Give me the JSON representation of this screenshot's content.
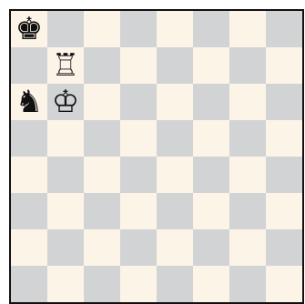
{
  "board": {
    "rows": 8,
    "cols": 8,
    "light_color": "#fdf4e8",
    "dark_color": "#d2d3d5",
    "pieces": [
      {
        "row": 0,
        "col": 0,
        "glyph": "♚",
        "color": "black",
        "name": "black-king-icon"
      },
      {
        "row": 1,
        "col": 1,
        "glyph": "♖",
        "color": "white",
        "name": "white-rook-icon"
      },
      {
        "row": 2,
        "col": 0,
        "glyph": "♞",
        "color": "black",
        "name": "black-knight-icon"
      },
      {
        "row": 2,
        "col": 1,
        "glyph": "♔",
        "color": "white",
        "name": "white-king-icon"
      }
    ]
  }
}
